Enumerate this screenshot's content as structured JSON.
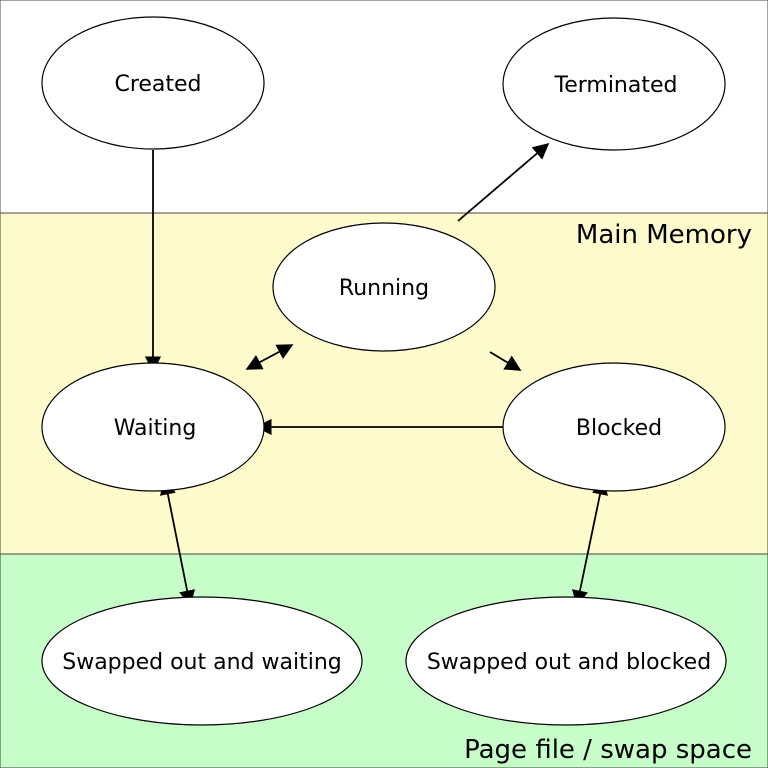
{
  "colors": {
    "background": "#ffffff",
    "main_memory": "#fdfbcc",
    "page_file": "#c6fdc8",
    "outline": "#000000"
  },
  "regions": {
    "main_memory": "Main Memory",
    "page_file": "Page file / swap space"
  },
  "states": {
    "created": "Created",
    "terminated": "Terminated",
    "running": "Running",
    "waiting": "Waiting",
    "blocked": "Blocked",
    "swapped_waiting": "Swapped out and waiting",
    "swapped_blocked": "Swapped out and blocked"
  },
  "transitions": [
    {
      "from": "Created",
      "to": "Waiting",
      "direction": "one-way"
    },
    {
      "from": "Running",
      "to": "Terminated",
      "direction": "one-way"
    },
    {
      "from": "Waiting",
      "to": "Running",
      "direction": "two-way"
    },
    {
      "from": "Running",
      "to": "Blocked",
      "direction": "one-way"
    },
    {
      "from": "Blocked",
      "to": "Waiting",
      "direction": "one-way"
    },
    {
      "from": "Waiting",
      "to": "Swapped out and waiting",
      "direction": "two-way"
    },
    {
      "from": "Blocked",
      "to": "Swapped out and blocked",
      "direction": "two-way"
    }
  ]
}
